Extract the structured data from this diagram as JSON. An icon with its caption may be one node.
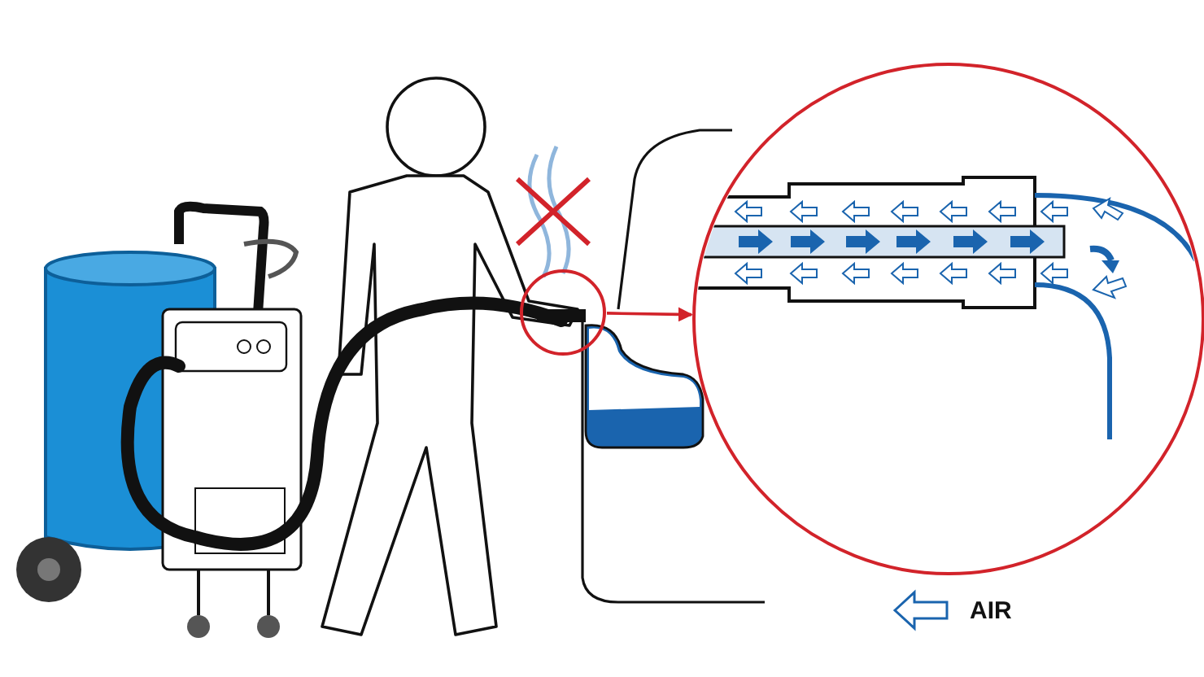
{
  "diagram": {
    "nodes": [
      {
        "text": [],
        "shape": "circle"
      },
      {
        "text": [],
        "shape": "circle"
      }
    ],
    "edges": [
      {
        "from": 0,
        "to": 1,
        "arrow": "to",
        "color": "#d2232a"
      }
    ],
    "legend": [
      {
        "text": "AIR"
      }
    ]
  }
}
